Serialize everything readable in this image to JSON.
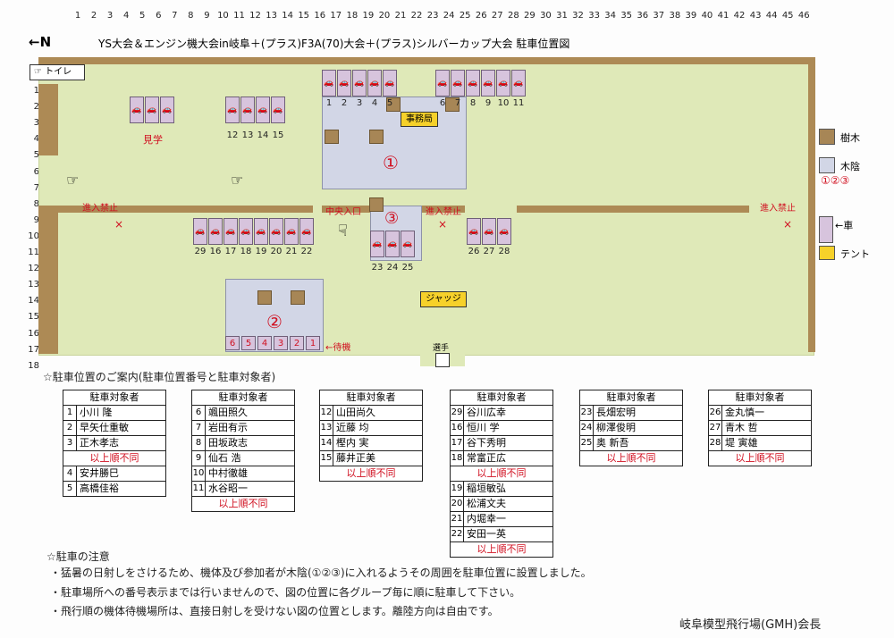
{
  "header": {
    "north": "←N",
    "title": "YS大会＆エンジン機大会in岐阜＋(プラス)F3A(70)大会＋(プラス)シルバーカップ大会 駐車位置図"
  },
  "columns": [
    "1",
    "2",
    "3",
    "4",
    "5",
    "6",
    "7",
    "8",
    "9",
    "10",
    "11",
    "12",
    "13",
    "14",
    "15",
    "16",
    "17",
    "18",
    "19",
    "20",
    "21",
    "22",
    "23",
    "24",
    "25",
    "26",
    "27",
    "28",
    "29",
    "30",
    "31",
    "32",
    "33",
    "34",
    "35",
    "36",
    "37",
    "38",
    "39",
    "40",
    "41",
    "42",
    "43",
    "44",
    "45",
    "46"
  ],
  "rows": [
    "1",
    "2",
    "3",
    "4",
    "5",
    "6",
    "7",
    "8",
    "9",
    "10",
    "11",
    "12",
    "13",
    "14",
    "15",
    "16",
    "17",
    "18"
  ],
  "map": {
    "toilet": "トイレ",
    "kengaku": "見学",
    "office": "事務局",
    "circle1": "①",
    "circle2": "②",
    "circle3": "③",
    "no_entry": "進入禁止",
    "center_entrance": "中央入口",
    "judge": "ジャッジ",
    "wait": "←待機",
    "pilot": "選手",
    "top_left_cars": [
      "",
      "",
      ""
    ],
    "spots_top_mid": [
      "1",
      "2",
      "3",
      "4",
      "5"
    ],
    "spots_top_right": [
      "6",
      "7",
      "8",
      "9",
      "10",
      "11"
    ],
    "spots_top_left2": [
      "12",
      "13",
      "14",
      "15"
    ],
    "spots_row11_left": [
      "29",
      "16",
      "17",
      "18",
      "19",
      "20",
      "21",
      "22"
    ],
    "spots_row13_mid": [
      "23",
      "24",
      "25"
    ],
    "spots_row11_right": [
      "26",
      "27",
      "28"
    ],
    "wait_spots": [
      "6",
      "5",
      "4",
      "3",
      "2",
      "1"
    ]
  },
  "legend": {
    "tree": "樹木",
    "shade": "木陰",
    "shade_nums": "①②③",
    "car": "←車",
    "tent": "テント"
  },
  "guide": {
    "heading": "☆駐車位置のご案内(駐車位置番号と駐車対象者)",
    "header": "駐車対象者",
    "note": "以上順不同",
    "tables": [
      {
        "rows": [
          [
            "1",
            "小川 隆"
          ],
          [
            "2",
            "早矢仕重敏"
          ],
          [
            "3",
            "正木孝志"
          ]
        ],
        "note_after": 3,
        "rows2": [
          [
            "4",
            "安井勝巳"
          ],
          [
            "5",
            "高橋佳裕"
          ]
        ]
      },
      {
        "rows": [
          [
            "6",
            "颯田照久"
          ],
          [
            "7",
            "岩田有示"
          ],
          [
            "8",
            "田坂政志"
          ],
          [
            "9",
            "仙石 浩"
          ],
          [
            "10",
            "中村徹雄"
          ],
          [
            "11",
            "水谷昭一"
          ]
        ],
        "note_after": 6,
        "rows2": []
      },
      {
        "rows": [
          [
            "12",
            "山田尚久"
          ],
          [
            "13",
            "近藤 均"
          ],
          [
            "14",
            "樫内 実"
          ],
          [
            "15",
            "藤井正美"
          ]
        ],
        "note_after": 4,
        "rows2": []
      },
      {
        "rows": [
          [
            "29",
            "谷川広幸"
          ],
          [
            "16",
            "恒川 学"
          ],
          [
            "17",
            "谷下秀明"
          ],
          [
            "18",
            "常富正広"
          ]
        ],
        "note_after": 4,
        "rows2": [
          [
            "19",
            "稲垣敏弘"
          ],
          [
            "20",
            "松浦文夫"
          ],
          [
            "21",
            "内堀幸一"
          ],
          [
            "22",
            "安田一英"
          ]
        ],
        "note_end": true
      },
      {
        "rows": [
          [
            "23",
            "長畑宏明"
          ],
          [
            "24",
            "柳澤俊明"
          ],
          [
            "25",
            "奥 新吾"
          ]
        ],
        "note_after": 3,
        "rows2": []
      },
      {
        "rows": [
          [
            "26",
            "金丸慎一"
          ],
          [
            "27",
            "青木 哲"
          ],
          [
            "28",
            "堤 寅雄"
          ]
        ],
        "note_after": 3,
        "rows2": []
      }
    ]
  },
  "notes": {
    "heading": "☆駐車の注意",
    "items": [
      "・猛暑の日射しをさけるため、機体及び参加者が木陰(①②③)に入れるようその周囲を駐車位置に設置しました。",
      "・駐車場所への番号表示までは行いませんので、図の位置に各グループ毎に順に駐車して下さい。",
      "・飛行順の機体待機場所は、直接日射しを受けない図の位置とします。離陸方向は自由です。"
    ],
    "signature": "岐阜模型飛行場(GMH)会長"
  },
  "colors": {
    "field": "#dfe9b8",
    "path": "#ad8a55",
    "car": "#d7c4dd",
    "shade": "#d2d6e6",
    "tent": "#f6d12a",
    "red": "#d01020"
  }
}
